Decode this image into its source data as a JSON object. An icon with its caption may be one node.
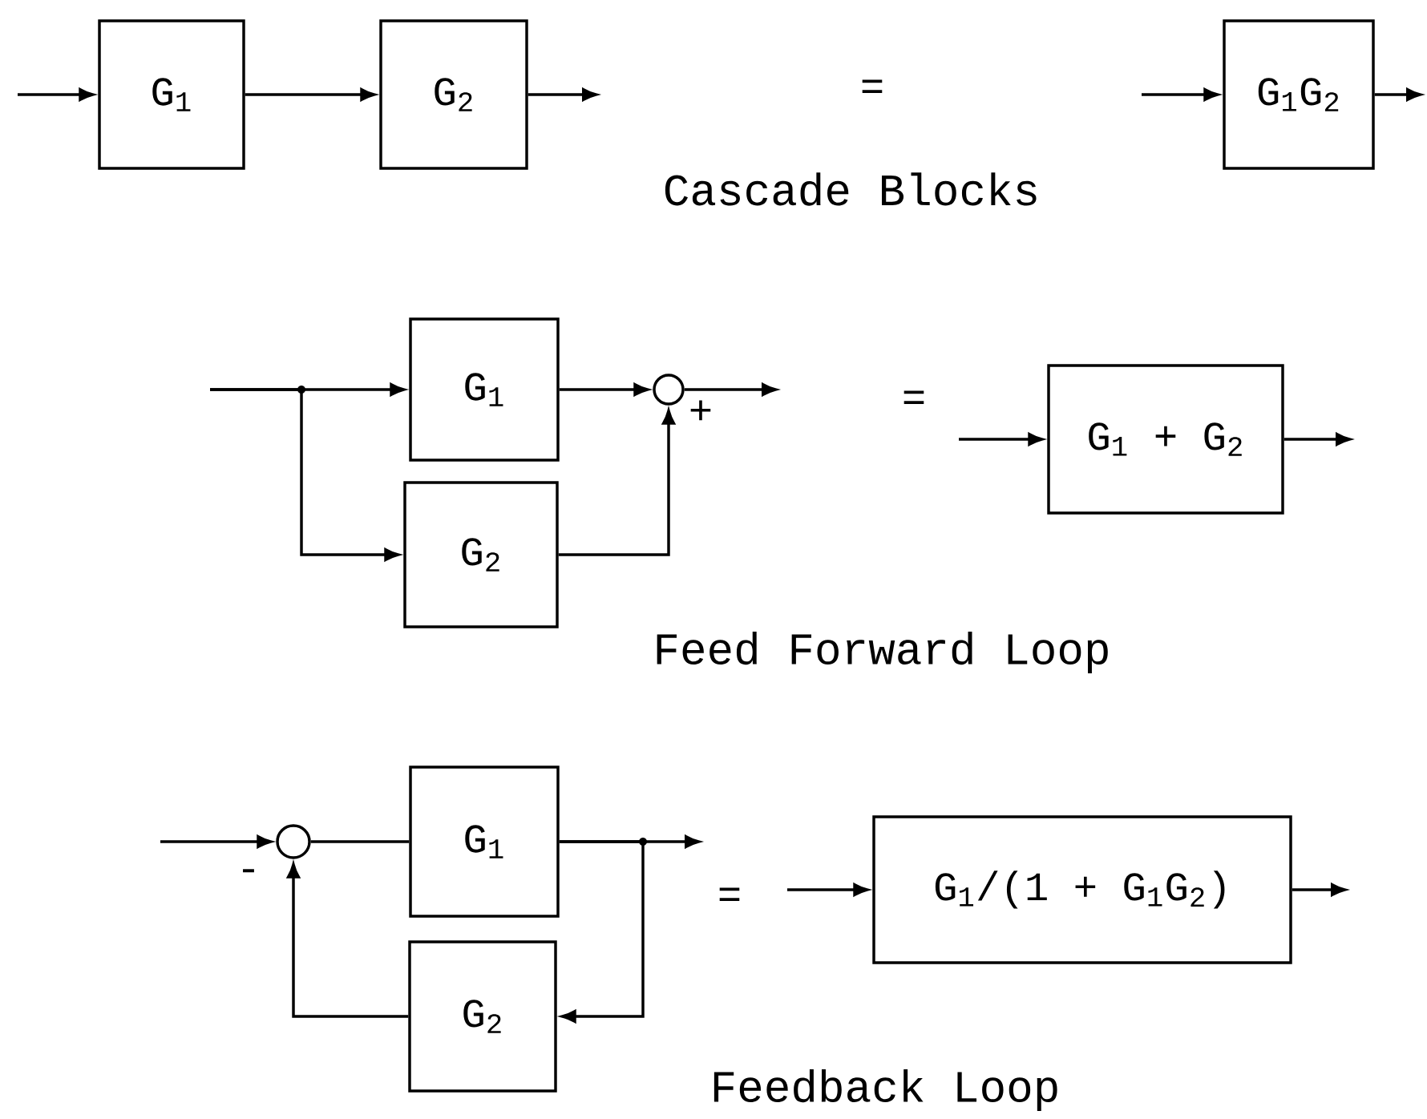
{
  "diagram": {
    "nodes": [
      {
        "text": [
          "G$_{1}$"
        ]
      },
      {
        "text": [
          "G$_{2}$"
        ]
      },
      {
        "text": [
          "G$_{1}$G$_{2}$"
        ]
      },
      {
        "text": [
          "G$_{1}$"
        ]
      },
      {
        "text": [
          "G$_{2}$"
        ]
      },
      {
        "text": [],
        "shape": "circle"
      },
      {
        "text": [
          "G$_{1}$ + G$_{2}$"
        ]
      },
      {
        "text": [],
        "shape": "circle"
      },
      {
        "text": [
          "G$_{1}$"
        ]
      },
      {
        "text": [
          "G$_{2}$"
        ]
      },
      {
        "text": [
          "G$_{1}$/(1 + G$_{1}$G$_{2}$)"
        ]
      }
    ],
    "edges": [
      {
        "from": null,
        "to": 0,
        "arrow": "to"
      },
      {
        "from": 0,
        "to": 1,
        "arrow": "to"
      },
      {
        "from": 1,
        "to": null,
        "arrow": "to"
      },
      {
        "from": null,
        "to": 2,
        "arrow": "to"
      },
      {
        "from": 2,
        "to": null,
        "arrow": "to"
      },
      {
        "from": null,
        "to": 3,
        "arrow": "to"
      },
      {
        "from": null,
        "to": 4,
        "arrow": "to"
      },
      {
        "from": 3,
        "to": 5,
        "arrow": "to"
      },
      {
        "from": 4,
        "to": 5,
        "arrow": "to"
      },
      {
        "from": 5,
        "to": null,
        "arrow": "to"
      },
      {
        "from": null,
        "to": 6,
        "arrow": "to"
      },
      {
        "from": 6,
        "to": null,
        "arrow": "to"
      },
      {
        "from": null,
        "to": 7,
        "arrow": "to"
      },
      {
        "from": 7,
        "to": 8,
        "arrow": "none"
      },
      {
        "from": 8,
        "to": null,
        "arrow": "to"
      },
      {
        "from": 8,
        "to": 9,
        "arrow": "to"
      },
      {
        "from": 9,
        "to": 7,
        "arrow": "to"
      },
      {
        "from": null,
        "to": 10,
        "arrow": "to"
      },
      {
        "from": 10,
        "to": null,
        "arrow": "to"
      }
    ],
    "labels": [
      "=",
      "Cascade Blocks",
      "+",
      "=",
      "Feed Forward Loop",
      "-",
      "=",
      "Feedback Loop"
    ]
  }
}
